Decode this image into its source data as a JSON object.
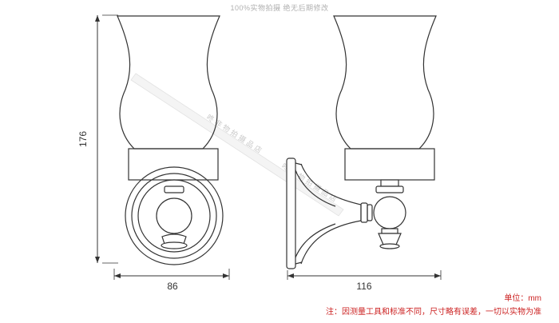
{
  "header_note": "100%实物拍摄 绝无后期修改",
  "dimensions": {
    "height_label": "176",
    "front_width_label": "86",
    "side_width_label": "116"
  },
  "watermark": "咚 非 物 拍 摄 品 店",
  "notes": {
    "unit": "单位：mm",
    "disclaimer": "注：因测量工具和标准不同，尺寸略有误差，一切以实物为准"
  },
  "colors": {
    "line": "#333333",
    "note_red": "#cc2222",
    "watermark": "#c9c9c9"
  }
}
